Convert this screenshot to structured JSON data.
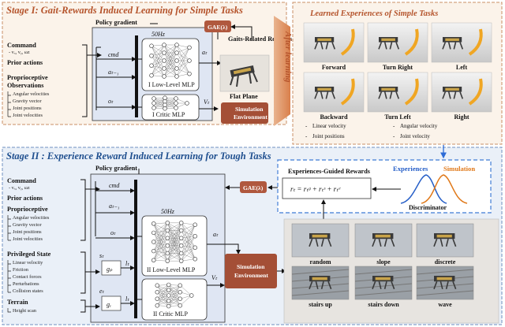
{
  "stage1": {
    "title": "Stage I: Gait-Rewards Induced Learning for Simple Tasks",
    "policy_gradient": "Policy gradient",
    "freq": "50Hz",
    "command": "Command",
    "command_sub": "- vₓ, vᵧ, ωz",
    "prior_actions": "Prior actions",
    "proprio": "Proprioceptive",
    "observations": "Observations",
    "obs_items": [
      "Angular velocities",
      "Gravity vector",
      "Joint positions",
      "Joint velocities"
    ],
    "cmd_label": "cmd",
    "a_prev": "aₜ₋₁",
    "o_t": "oₜ",
    "a_t": "aₜ",
    "V_t": "Vₜ",
    "low_mlp": "I Low-Level MLP",
    "critic_mlp": "I Critic MLP",
    "gae": "GAE(λ)",
    "gait_rewards": "Gaits-Related Rewards",
    "flat_plane": "Flat Plane",
    "sim_env": "Simulation Environment",
    "after_learning": "After learning"
  },
  "experiences": {
    "title": "Learned Experiences of Simple Tasks",
    "tiles": [
      "Forward",
      "Turn Right",
      "Left",
      "Backward",
      "Turn Left",
      "Right"
    ],
    "bullets": [
      "Linear velocity",
      "Angular velocity",
      "Joint positions",
      "Joint velocity"
    ]
  },
  "stage2": {
    "title": "Stage II : Experience Reward Induced Learning for Tough Tasks",
    "policy_gradient": "Policy gradient",
    "freq": "50Hz",
    "command": "Command",
    "command_sub": "- vₓ, vᵧ, ωz",
    "prior_actions": "Prior actions",
    "proprio": "Proprioceptive",
    "proprio_items": [
      "Angular velocities",
      "Gravity vector",
      "Joint positions",
      "Joint velocities"
    ],
    "privileged": "Privileged State",
    "privileged_items": [
      "Linear velocity",
      "Friction",
      "Contact forces",
      "Perturbations",
      "Collision states"
    ],
    "terrain": "Terrain",
    "terrain_items": [
      "Height scan"
    ],
    "cmd_label": "cmd",
    "a_prev": "aₜ₋₁",
    "o_t": "oₜ",
    "s_t": "sₜ",
    "g_p": "gₚ",
    "l_p": "lₜ",
    "e_t": "eₜ",
    "g_e": "gₑ",
    "l_e": "lₜ",
    "a_t": "aₜ",
    "V_t": "Vₜ",
    "low_mlp": "II Low-Level MLP",
    "critic_mlp": "II Critic MLP",
    "gae": "GAE(λ)",
    "sim_env": "Simulation Environment",
    "exp_rewards": "Experiences-Guided Rewards",
    "formula": "rₜ = rₜᵍ + rₜˢ + rₜᵉ",
    "experiences": "Experiences",
    "simulation": "Simulation",
    "discriminator": "Discriminator",
    "terrains": [
      "random",
      "slope",
      "discrete",
      "stairs up",
      "stairs down",
      "wave"
    ]
  }
}
